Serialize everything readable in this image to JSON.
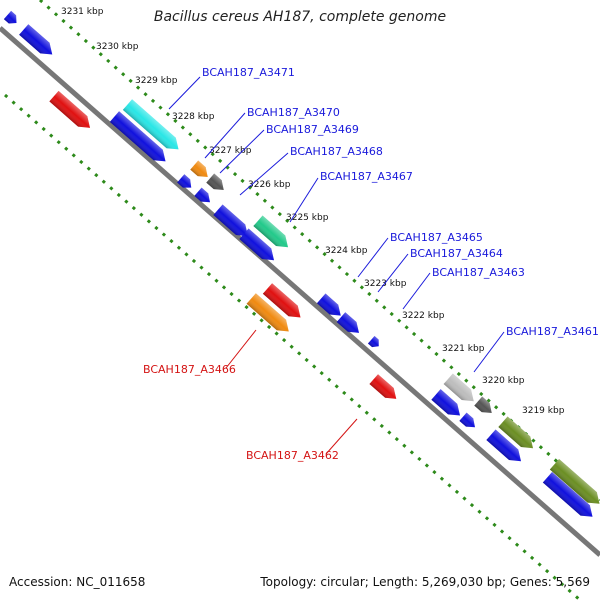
{
  "title": "Bacillus cereus AH187, complete genome",
  "footer": {
    "accession": "Accession: NC_011658",
    "info": "Topology: circular; Length: 5,269,030 bp; Genes: 5,569"
  },
  "colors": {
    "backbone": "#777777",
    "ruler": "#2d8a1a",
    "label_blue": "#1a1adb",
    "label_red": "#d41414",
    "gene_blue": "#1010dd",
    "gene_red": "#e01010",
    "cyan": "#29e6e6",
    "orange": "#f08a10",
    "gray": "#555555",
    "lightgray": "#bdbdbd",
    "teal": "#22c98a",
    "olive": "#6b8e23"
  },
  "ticks": [
    "3231 kbp",
    "3230 kbp",
    "3229 kbp",
    "3228 kbp",
    "3227 kbp",
    "3226 kbp",
    "3225 kbp",
    "3224 kbp",
    "3223 kbp",
    "3222 kbp",
    "3221 kbp",
    "3220 kbp",
    "3219 kbp"
  ],
  "labels": {
    "a3471": "BCAH187_A3471",
    "a3470": "BCAH187_A3470",
    "a3469": "BCAH187_A3469",
    "a3468": "BCAH187_A3468",
    "a3467": "BCAH187_A3467",
    "a3465": "BCAH187_A3465",
    "a3464": "BCAH187_A3464",
    "a3463": "BCAH187_A3463",
    "a3461": "BCAH187_A3461",
    "a3466": "BCAH187_A3466",
    "a3462": "BCAH187_A3462"
  }
}
